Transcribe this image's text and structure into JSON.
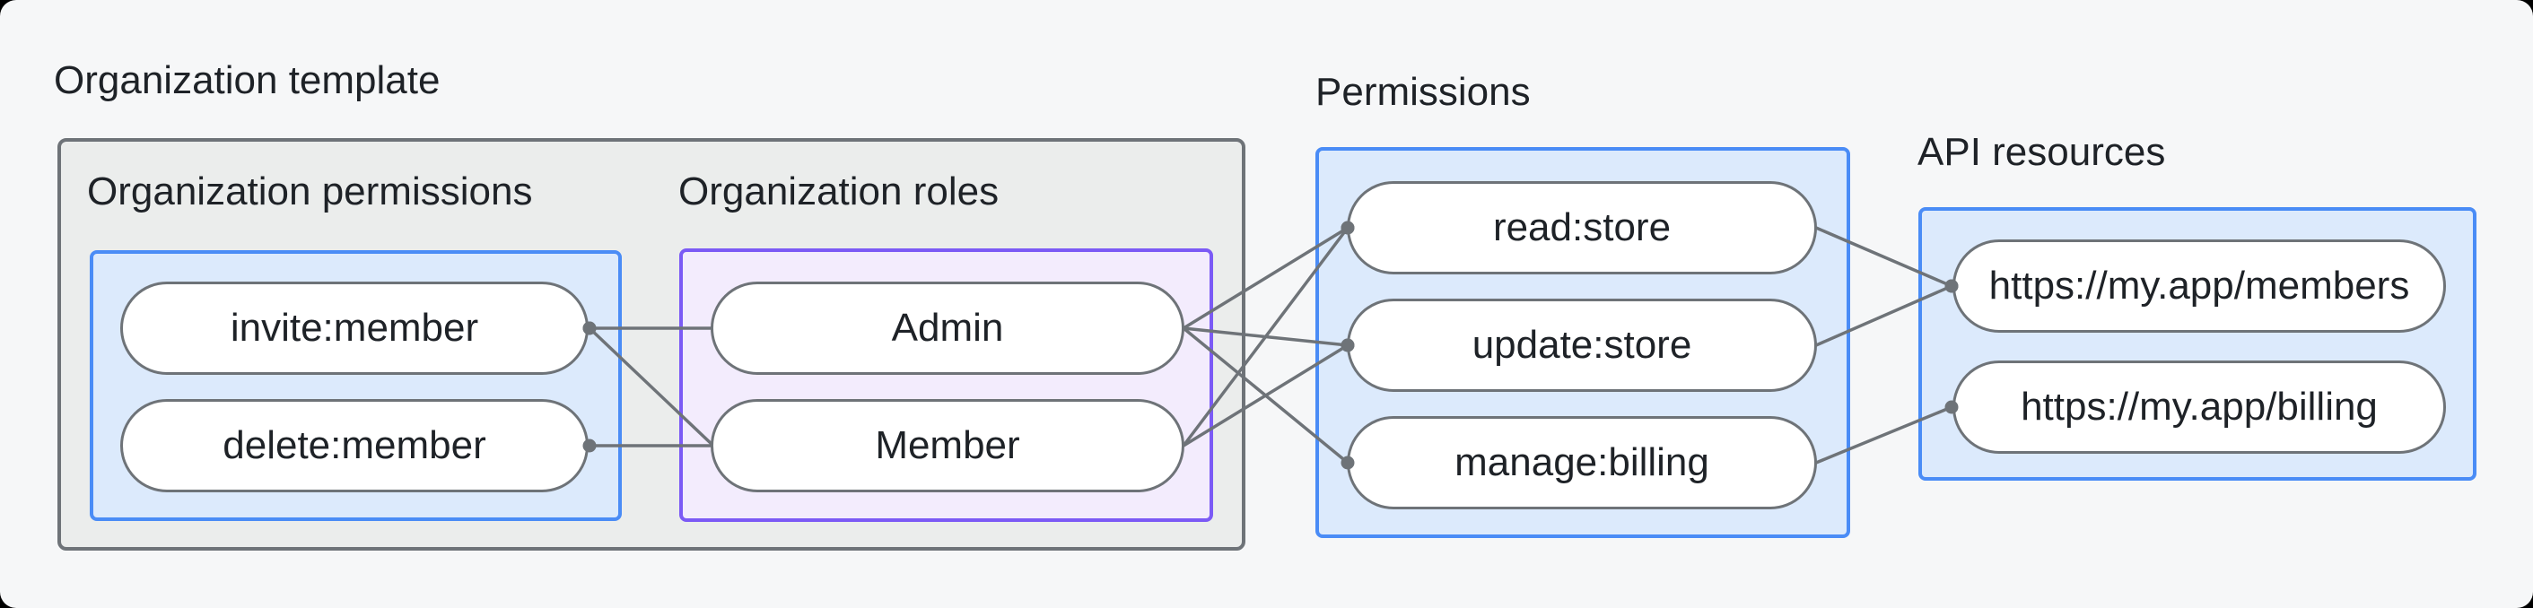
{
  "title": "Organization template",
  "groups": {
    "org_permissions": {
      "label": "Organization permissions",
      "nodes": [
        "invite:member",
        "delete:member"
      ]
    },
    "org_roles": {
      "label": "Organization roles",
      "nodes": [
        "Admin",
        "Member"
      ]
    },
    "permissions": {
      "label": "Permissions",
      "nodes": [
        "read:store",
        "update:store",
        "manage:billing"
      ]
    },
    "api_resources": {
      "label": "API resources",
      "nodes": [
        "https://my.app/members",
        "https://my.app/billing"
      ]
    }
  },
  "edges": [
    {
      "from": "invite",
      "to": "admin",
      "dot": "from"
    },
    {
      "from": "invite",
      "to": "member",
      "dot": "from"
    },
    {
      "from": "delete",
      "to": "member",
      "dot": "from"
    },
    {
      "from": "admin",
      "to": "read",
      "dot": "to"
    },
    {
      "from": "admin",
      "to": "update",
      "dot": "to"
    },
    {
      "from": "admin",
      "to": "manage",
      "dot": "to"
    },
    {
      "from": "member",
      "to": "read",
      "dot": "to"
    },
    {
      "from": "member",
      "to": "update",
      "dot": "to"
    },
    {
      "from": "read",
      "to": "members",
      "dot": "to"
    },
    {
      "from": "update",
      "to": "members",
      "dot": "to"
    },
    {
      "from": "manage",
      "to": "billing",
      "dot": "to"
    }
  ],
  "colors": {
    "background": "#f6f7f8",
    "group_fill_gray": "#ebedec",
    "group_border_gray": "#6e7378",
    "group_fill_blue": "#dceafc",
    "group_border_blue": "#4a8cf6",
    "group_fill_purple": "#f3ecfd",
    "group_border_purple": "#7b5af5",
    "connector": "#6e7378",
    "node_fill": "#ffffff",
    "text": "#1e2227"
  }
}
